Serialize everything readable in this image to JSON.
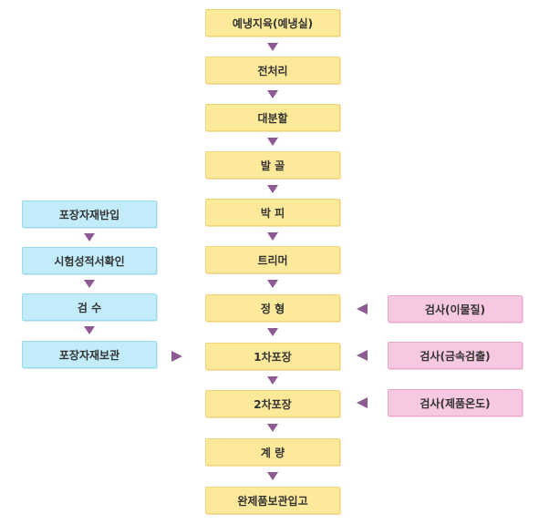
{
  "main_flow": [
    "예냉지육(예냉실)",
    "전처리",
    "대분할",
    "발 골",
    "박 피",
    "트리머",
    "정 형",
    "1차포장",
    "2차포장",
    "계 량",
    "완제품보관입고"
  ],
  "packaging_flow": [
    "포장자재반입",
    "시험성적서확인",
    "검 수",
    "포장자재보관"
  ],
  "inspections": [
    "검사(이물질)",
    "검사(금속검출)",
    "검사(제품온도)"
  ]
}
